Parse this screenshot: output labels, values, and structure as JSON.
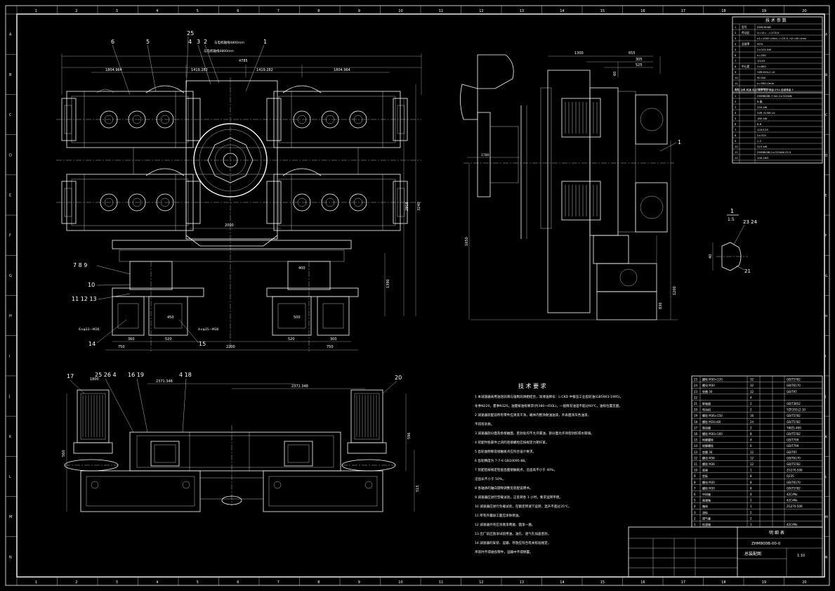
{
  "border": {
    "top_numbers": [
      "1",
      "2",
      "3",
      "4",
      "5",
      "6",
      "7",
      "8",
      "9",
      "10",
      "11",
      "12",
      "13",
      "14",
      "15",
      "16",
      "17",
      "18",
      "19",
      "20"
    ],
    "bottom_numbers": [
      "1",
      "2",
      "3",
      "4",
      "5",
      "6",
      "7",
      "8",
      "9",
      "10",
      "11",
      "12",
      "13",
      "14",
      "15",
      "16",
      "17",
      "18",
      "19",
      "20"
    ],
    "side_letters": [
      "A",
      "B",
      "C",
      "D",
      "E",
      "F",
      "G",
      "H",
      "I",
      "J",
      "K",
      "L",
      "M",
      "N"
    ]
  },
  "front_view": {
    "dims": {
      "overall": "4785",
      "left_half": "1804.964",
      "center_left": "1419.282",
      "center_right": "1419.282",
      "right_half": "1804.964",
      "shaft_note_upper": "与电机轴线4800mm",
      "shaft_note_lower": "与电机轴线4800mm",
      "base_span": "2200",
      "base_w": "750",
      "pad_520": "520",
      "pad_500": "500",
      "pad_450": "450",
      "pad_360": "360",
      "pad_300": "300",
      "bore_400": "400",
      "width_2000": "2000",
      "h_1390": "1390",
      "h_2918": "2918",
      "h_3240": "3240"
    },
    "callouts": {
      "c6": "6",
      "c5": "5",
      "c25": "25",
      "c4": "4",
      "c3": "3",
      "c2": "2",
      "c1": "1",
      "c789": "7  8  9",
      "c10": "10",
      "c111213": "11 12 13",
      "c14": "14",
      "c15": "15"
    },
    "notes": [
      "6×φ33—M36",
      "4×φ35—M36"
    ]
  },
  "side_view": {
    "dims": {
      "d1300": "1300",
      "d655": "655",
      "d305": "305",
      "d525": "525",
      "d1780": "1780",
      "d1200": "1200",
      "d830": "830",
      "d1650": "1650",
      "d60": "60"
    },
    "callout": "1"
  },
  "detail": {
    "scale": "1:5",
    "c2324": "23 24",
    "c21": "21",
    "dim": "40"
  },
  "plan_view": {
    "callouts": {
      "c17": "17",
      "c2526": "25 26 4",
      "c1619": "16 19",
      "c418": "4 18",
      "c20": "20"
    },
    "dims": {
      "left": "2371.348",
      "right": "2371.348",
      "top": "1800",
      "d596": "596",
      "d515": "515",
      "d560": "560"
    }
  },
  "tech_req": {
    "title": "技 术 要 求",
    "lines": [
      "1  本减速器采用油浴润滑与强制润滑相结合，润滑油牌号：L-CKD 中极压工业齿轮油(GB5903-1995)，",
      "   冬季N220，夏季N320，油量按油标要求(约380~450L)，一般情况油温不超过60℃，油标位置见图。",
      "2  减速器装配前所有零件应清洗干净，箱体内壁涂耐油油漆，外表面涂灰色油漆，",
      "   不得有杂质。",
      "3  减速器剖分面及各接触面、密封处均不允许漏油，剖分面允许涂密封胶或水玻璃。",
      "4  装配时各部件之间的连接螺栓应按规定力矩拧紧。",
      "5  齿轮副侧隙及接触斑点应符合设计要求。",
      "6  齿轮精度为 7-7-6 GB10095-88。",
      "7  装配后按规定检查齿面接触斑点，沿齿高不小于 40%，",
      "   沿齿长不小于 50%。",
      "8  各轴承的轴向游隙调整见装配说明书。",
      "9  减速器应进行空载试验，正反转各 1 小时，要求运转平稳。",
      "10 减速器应进行负载试验，在额定转速下运转，温升不超过35℃。",
      "11 所有外露加工面应涂防锈油。",
      "12 减速器外壳应涂底漆两遍、面漆一遍。",
      "13 出厂前应放净试验用油，油孔、透气孔加盖密封。",
      "14 减速器的安装、运输、存放应符合有关标准规定，",
      "   吊装时不得碰伤零件，运输中不得倒置。"
    ]
  },
  "params_table": {
    "title": "技 术 参 数",
    "rows": [
      [
        "1",
        "型号",
        "ZHM 800B"
      ],
      [
        "2",
        "传动比",
        "i1=i2=...=172/4"
      ],
      [
        "3",
        "",
        "n1=1000 r/min,  i=25.5,  n2=40 r/min"
      ],
      [
        "4",
        "总效率",
        "95%"
      ],
      [
        "5",
        "",
        "2×315 kW"
      ],
      [
        "6",
        "",
        "n=250"
      ],
      [
        "7",
        "",
        "10/19"
      ],
      [
        "8",
        "中心距",
        "2×800"
      ],
      [
        "9",
        "",
        "YZR355L2-10"
      ],
      [
        "10",
        "",
        "90 kW"
      ],
      [
        "11",
        "",
        "n=590 r/min"
      ],
      [
        "12",
        "",
        "AC380V"
      ]
    ],
    "note": "电机 功率 转速 电压 频率 防护等级 IP54  绝缘等级 F"
  },
  "params_table2": {
    "rows": [
      [
        "1",
        "",
        "ZHM800B 7.5m 2×315kW"
      ],
      [
        "2",
        "",
        "B 级"
      ],
      [
        "3",
        "",
        "250 kW"
      ],
      [
        "4",
        "",
        "YZR 315M-10"
      ],
      [
        "5",
        "",
        "180 kW"
      ],
      [
        "6",
        "",
        "6.8"
      ],
      [
        "7",
        "",
        "125/125"
      ],
      [
        "8",
        "",
        "2×315"
      ],
      [
        "9",
        "",
        "1.2"
      ],
      [
        "10",
        "",
        "315 kW"
      ],
      [
        "11",
        "",
        "ZHM800B-2×315kW-25.5"
      ],
      [
        "12",
        "",
        "100-160"
      ]
    ]
  },
  "parts_list": {
    "rows": [
      [
        "25",
        "螺栓 M30×120",
        "32",
        "",
        "GB/T5782"
      ],
      [
        "24",
        "螺母 M30",
        "32",
        "",
        "GB/T6170"
      ],
      [
        "23",
        "垫圈 30",
        "32",
        "",
        "GB/T97"
      ],
      [
        "22",
        "",
        "4",
        "",
        ""
      ],
      [
        "21",
        "联轴器",
        "2",
        "",
        "GB/T3852"
      ],
      [
        "20",
        "电动机",
        "2",
        "",
        "YZR355L2-10"
      ],
      [
        "19",
        "螺栓 M36×150",
        "16",
        "",
        "GB/T5782"
      ],
      [
        "18",
        "螺栓 M24×80",
        "24",
        "",
        "GB/T5782"
      ],
      [
        "17",
        "制动器",
        "2",
        "",
        "YWZ5-400"
      ],
      [
        "16",
        "螺栓 M30×160",
        "8",
        "",
        "GB/T5782"
      ],
      [
        "15",
        "地脚螺栓",
        "4",
        "",
        "GB/T799"
      ],
      [
        "14",
        "地脚螺栓",
        "6",
        "",
        "GB/T799"
      ],
      [
        "13",
        "垫圈 36",
        "12",
        "",
        "GB/T97"
      ],
      [
        "12",
        "螺母 M36",
        "12",
        "",
        "GB/T6170"
      ],
      [
        "11",
        "螺栓 M36",
        "12",
        "",
        "GB/T5782"
      ],
      [
        "10",
        "底座",
        "1",
        "",
        "ZG270-500"
      ],
      [
        "9",
        "垫板",
        "8",
        "",
        "Q235"
      ],
      [
        "8",
        "螺母 M30",
        "8",
        "",
        "GB/T6170"
      ],
      [
        "7",
        "螺栓 M30",
        "8",
        "",
        "GB/T5782"
      ],
      [
        "6",
        "中间轴",
        "4",
        "",
        "42CrMo"
      ],
      [
        "5",
        "高速轴",
        "2",
        "",
        "42CrMo"
      ],
      [
        "4",
        "箱体",
        "1",
        "",
        "ZG270-500"
      ],
      [
        "3",
        "油标",
        "2",
        "",
        ""
      ],
      [
        "2",
        "透气塞",
        "2",
        "",
        ""
      ],
      [
        "1",
        "低速轴",
        "1",
        "",
        "42CrMo"
      ]
    ]
  },
  "title_block": {
    "heading": "明 细 表",
    "drawing_no": "ZHM800B-00-0",
    "name": "总装配图",
    "scale": "1:10"
  }
}
